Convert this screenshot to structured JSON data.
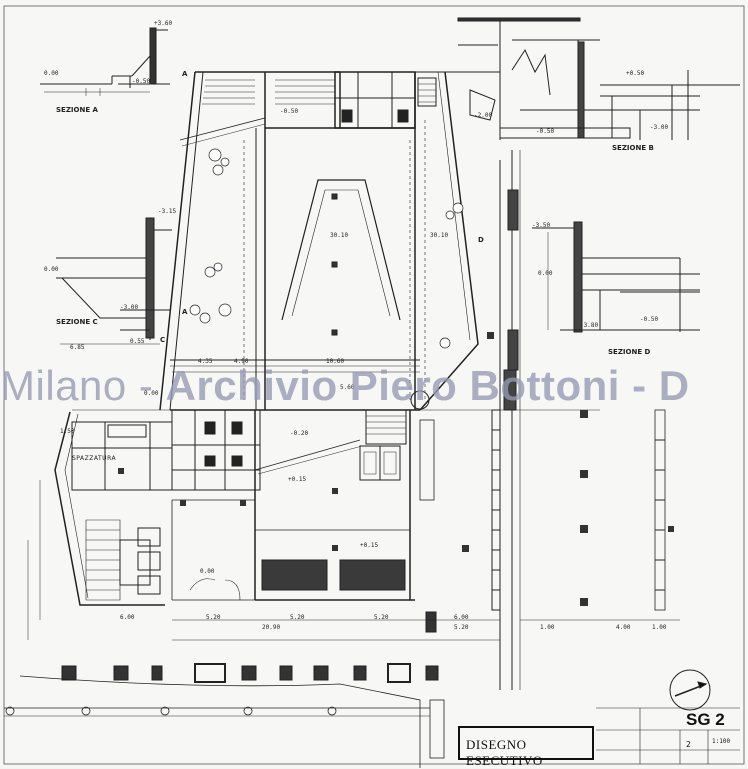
{
  "drawing": {
    "sections": {
      "a": "SEZIONE A",
      "b": "SEZIONE B",
      "c": "SEZIONE C",
      "d": "SEZIONE D"
    },
    "room_label": "SPAZZATURA",
    "section_markers": {
      "a_top": "A",
      "a_bottom": "A",
      "c_bottom": "C",
      "d_right": "D"
    },
    "elevations": {
      "e1": "+3.60",
      "e2": "0.00",
      "e3": "-0.50",
      "e4": "-0.50",
      "e5": "-2.00",
      "e6": "-3.00",
      "e7": "+0.50",
      "e8": "-0.50",
      "e9": "-3.15",
      "e10": "0.00",
      "e11": "-3.00",
      "e12": "-3.50",
      "e13": "0.00",
      "e14": "-0.50",
      "e15": "-0.20",
      "e16": "-3.80",
      "e17": "+0.15",
      "e18": "+0.15",
      "e19": "0.00",
      "e20": "0.00"
    },
    "dimensions": {
      "d1": "4.35",
      "d2": "4.90",
      "d3": "10.60",
      "d4": "5.60",
      "d5": "6.00",
      "d6": "5.20",
      "d7": "5.20",
      "d8": "5.20",
      "d9": "20.90",
      "d10": "6.00",
      "d11": "5.20",
      "d12": "1.00",
      "d13": "4.00",
      "d14": "1.00",
      "d15": "30.10",
      "d16": "30.10",
      "d17": "6.85",
      "d18": "0.55",
      "d19": "1.50"
    }
  },
  "title_block": {
    "label": "DISEGNO ESECUTIVO",
    "sheet_code": "SG 2",
    "sheet_number": "2",
    "scale": "1:100"
  },
  "watermark": {
    "prefix": "Milano - ",
    "bold": "Archivio Piero Bottoni - D"
  }
}
